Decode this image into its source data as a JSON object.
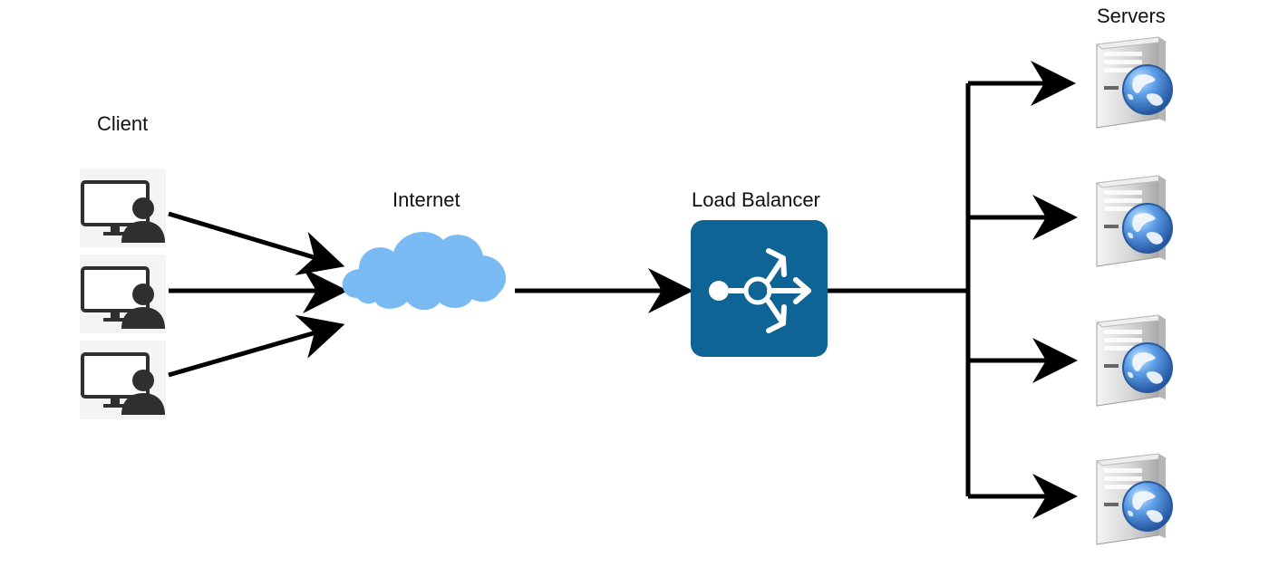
{
  "labels": {
    "client": "Client",
    "internet": "Internet",
    "load_balancer": "Load Balancer",
    "servers": "Servers"
  },
  "nodes": {
    "clients": [
      {
        "id": "client-1",
        "icon": "user-computer-icon"
      },
      {
        "id": "client-2",
        "icon": "user-computer-icon"
      },
      {
        "id": "client-3",
        "icon": "user-computer-icon"
      }
    ],
    "internet": {
      "id": "internet",
      "icon": "cloud-icon"
    },
    "load_balancer": {
      "id": "load-balancer",
      "icon": "load-balancer-icon"
    },
    "servers": [
      {
        "id": "server-1",
        "icon": "server-globe-icon"
      },
      {
        "id": "server-2",
        "icon": "server-globe-icon"
      },
      {
        "id": "server-3",
        "icon": "server-globe-icon"
      },
      {
        "id": "server-4",
        "icon": "server-globe-icon"
      }
    ]
  },
  "edges": [
    {
      "from": "client-1",
      "to": "internet"
    },
    {
      "from": "client-2",
      "to": "internet"
    },
    {
      "from": "client-3",
      "to": "internet"
    },
    {
      "from": "internet",
      "to": "load-balancer"
    },
    {
      "from": "load-balancer",
      "to": "server-1"
    },
    {
      "from": "load-balancer",
      "to": "server-2"
    },
    {
      "from": "load-balancer",
      "to": "server-3"
    },
    {
      "from": "load-balancer",
      "to": "server-4"
    }
  ],
  "colors": {
    "arrow": "#000000",
    "cloud": "#79baf2",
    "load_balancer_bg": "#0f6496",
    "load_balancer_symbol": "#ffffff",
    "monitor": "#2f2f2f",
    "person": "#2f2f2f",
    "client_bg": "#f1f1f1",
    "server_body": "#d9d9d9",
    "globe": "#3f78c8"
  }
}
